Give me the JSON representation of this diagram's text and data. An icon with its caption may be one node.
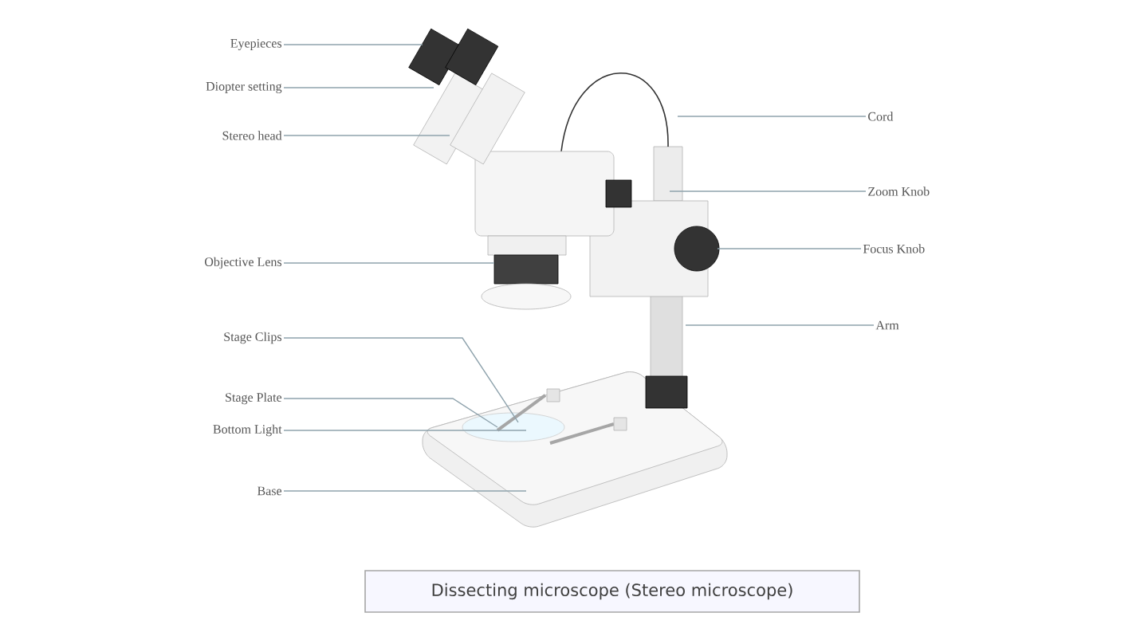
{
  "diagram": {
    "caption": "Dissecting microscope (Stereo microscope)",
    "nodes": [
      {
        "text": [
          "Eyepieces"
        ]
      },
      {
        "text": [
          "Diopter setting"
        ]
      },
      {
        "text": [
          "Stereo head"
        ]
      },
      {
        "text": [
          "Objective Lens"
        ]
      },
      {
        "text": [
          "Stage Clips"
        ]
      },
      {
        "text": [
          "Stage Plate"
        ]
      },
      {
        "text": [
          "Bottom Light"
        ]
      },
      {
        "text": [
          "Base"
        ]
      },
      {
        "text": [
          "Cord"
        ]
      },
      {
        "text": [
          "Zoom Knob"
        ]
      },
      {
        "text": [
          "Focus Knob"
        ]
      },
      {
        "text": [
          "Arm"
        ]
      }
    ],
    "edges": [
      {
        "from": 0,
        "to": null,
        "arrow": "none"
      },
      {
        "from": 1,
        "to": null,
        "arrow": "none"
      },
      {
        "from": 2,
        "to": null,
        "arrow": "none"
      },
      {
        "from": 3,
        "to": null,
        "arrow": "none"
      },
      {
        "from": 4,
        "to": null,
        "arrow": "none"
      },
      {
        "from": 5,
        "to": null,
        "arrow": "none"
      },
      {
        "from": 6,
        "to": null,
        "arrow": "none"
      },
      {
        "from": 7,
        "to": null,
        "arrow": "none"
      },
      {
        "from": 8,
        "to": null,
        "arrow": "none"
      },
      {
        "from": 9,
        "to": null,
        "arrow": "none"
      },
      {
        "from": 10,
        "to": null,
        "arrow": "none"
      },
      {
        "from": 11,
        "to": null,
        "arrow": "none"
      }
    ]
  }
}
